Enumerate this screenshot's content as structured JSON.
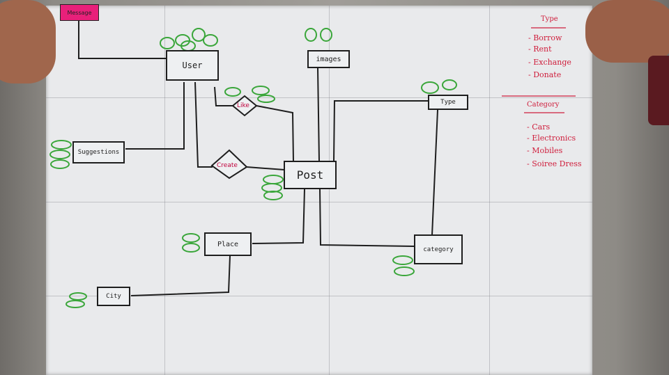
{
  "message_note": "Message",
  "entities": {
    "user": "User",
    "images": "images",
    "type": "Type",
    "suggestions": "Suggestions",
    "post": "Post",
    "place": "Place",
    "category": "category",
    "city": "City"
  },
  "relations": {
    "like": "Like",
    "create": "Create"
  },
  "sidebar": {
    "type_heading": "Type",
    "type_items": [
      "- Borrow",
      "- Rent",
      "- Exchange",
      "- Donate"
    ],
    "category_heading": "Category",
    "category_items": [
      "- Cars",
      "- Electronics",
      "- Mobiles",
      "- Soiree Dress"
    ]
  },
  "colors": {
    "ink": "#1e1e1e",
    "attribute": "#3aa63a",
    "sidebar": "#cf1e3c",
    "note": "#e8207a"
  }
}
